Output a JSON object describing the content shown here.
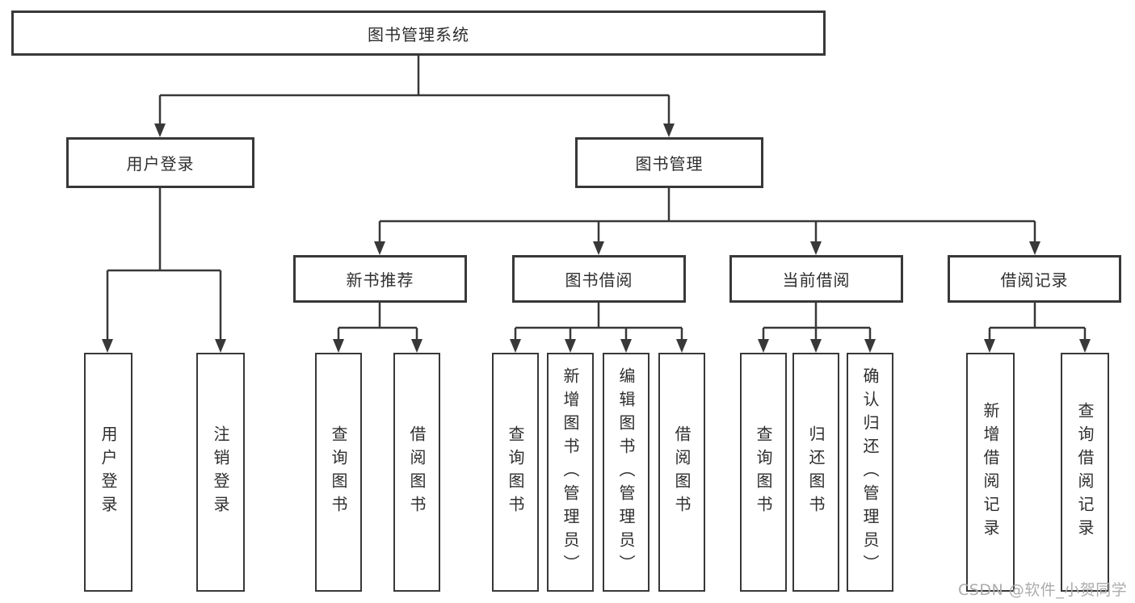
{
  "tree": {
    "label": "图书管理系统",
    "children": [
      {
        "label": "用户登录",
        "children": [
          {
            "label": "用户登录"
          },
          {
            "label": "注销登录"
          }
        ]
      },
      {
        "label": "图书管理",
        "children": [
          {
            "label": "新书推荐",
            "children": [
              {
                "label": "查询图书"
              },
              {
                "label": "借阅图书"
              }
            ]
          },
          {
            "label": "图书借阅",
            "children": [
              {
                "label": "查询图书"
              },
              {
                "label": "新增图书（管理员）"
              },
              {
                "label": "编辑图书（管理员）"
              },
              {
                "label": "借阅图书"
              }
            ]
          },
          {
            "label": "当前借阅",
            "children": [
              {
                "label": "查询图书"
              },
              {
                "label": "归还图书"
              },
              {
                "label": "确认归还（管理员）"
              }
            ]
          },
          {
            "label": "借阅记录",
            "children": [
              {
                "label": "新增借阅记录"
              },
              {
                "label": "查询借阅记录"
              }
            ]
          }
        ]
      }
    ]
  },
  "watermark": "CSDN @软件_小贺同学",
  "colors": {
    "line": "#383838",
    "text": "#2e2e2e",
    "watermark": "#acacac",
    "background": "#ffffff"
  }
}
